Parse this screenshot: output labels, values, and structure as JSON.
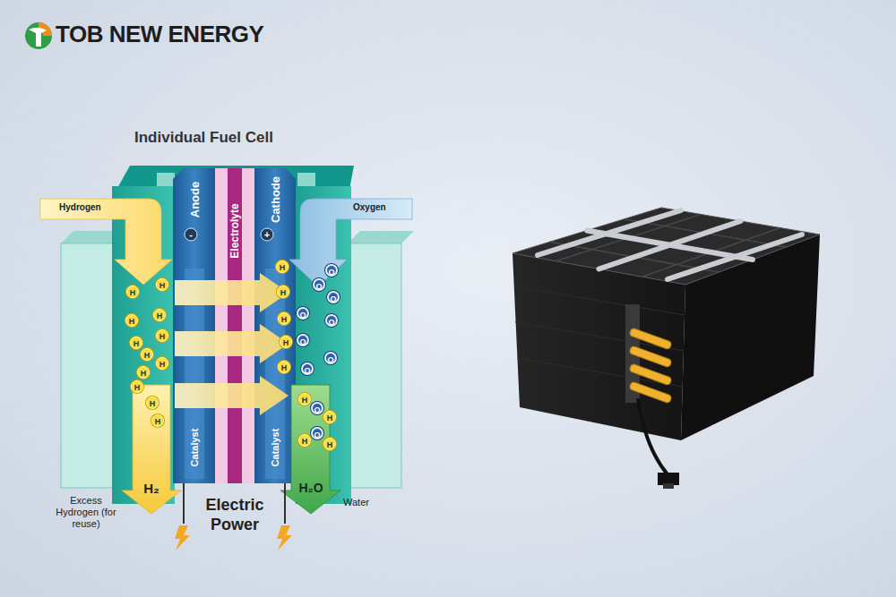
{
  "diagram": {
    "title": "Individual Fuel Cell",
    "nodes": [
      {
        "text": [
          "Anode",
          "Catalyst"
        ]
      },
      {
        "text": [
          "Electrolyte"
        ]
      },
      {
        "text": [
          "Cathode",
          "Catalyst"
        ]
      }
    ],
    "labels": [
      "TOB NEW ENERGY",
      "Hydrogen",
      "Oxygen",
      "-",
      "+",
      "H",
      "H",
      "H",
      "H",
      "H",
      "H",
      "H",
      "H",
      "H",
      "H",
      "H",
      "H",
      "H",
      "H",
      "H",
      "H",
      "H",
      "O",
      "O",
      "O",
      "O",
      "O",
      "O",
      "O",
      "O",
      "H",
      "O",
      "H",
      "H",
      "O",
      "H",
      "H₂",
      "H₂O",
      "Excess Hydrogen (for reuse)",
      "Water",
      "Electric Power"
    ]
  }
}
